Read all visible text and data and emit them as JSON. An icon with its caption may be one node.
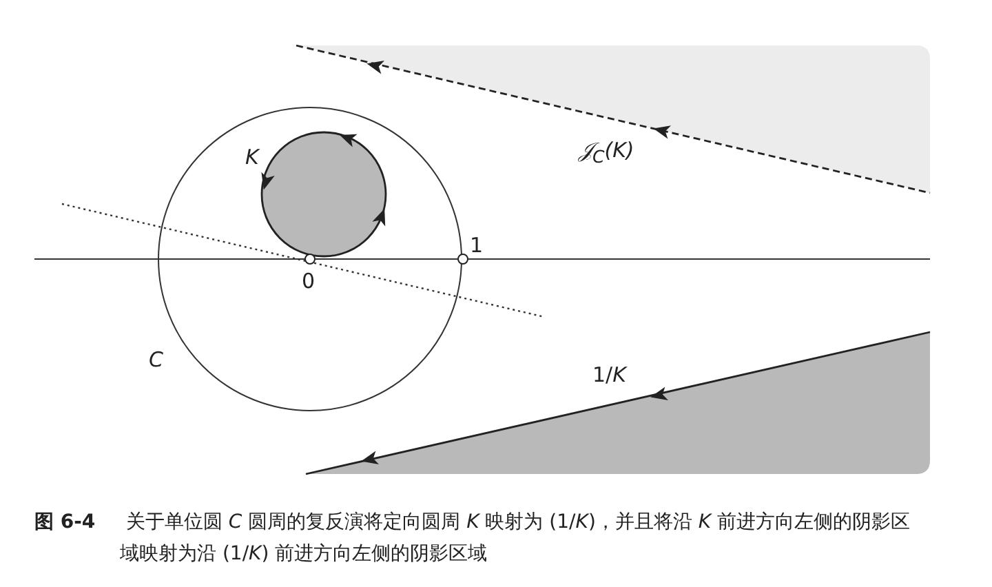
{
  "diagram": {
    "caption": "**图 6-4** 关于单位圆 *C* 圆周的复反演将定向圆周 *K* 映射为 (1/*K*)，并且将沿 *K* 前进方向左侧的阴影区域映射为沿 (1/*K*) 前进方向左侧的阴影区域",
    "labels": [
      "K",
      "𝒥$_{C}$(K)",
      "1",
      "0",
      "C",
      "1/*K*"
    ]
  }
}
